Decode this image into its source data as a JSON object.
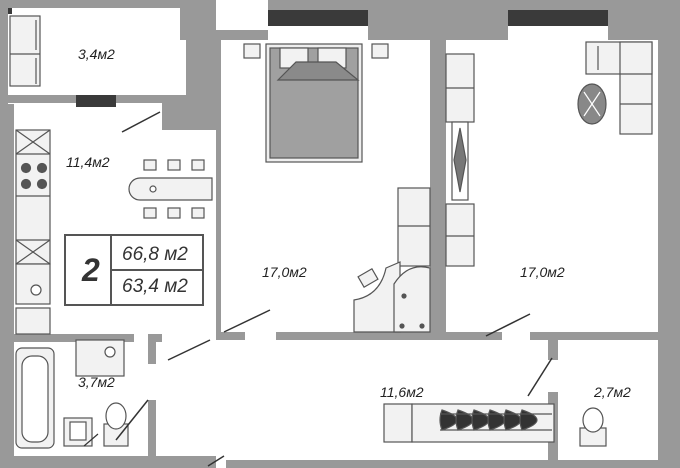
{
  "plan": {
    "rooms_count": "2",
    "total_area": "66,8 м2",
    "living_area": "63,4 м2",
    "rooms": [
      {
        "id": "balcony",
        "label": "3,4м2"
      },
      {
        "id": "kitchen",
        "label": "11,4м2"
      },
      {
        "id": "bedroom",
        "label": "17,0м2"
      },
      {
        "id": "living",
        "label": "17,0м2"
      },
      {
        "id": "bathroom",
        "label": "3,7м2"
      },
      {
        "id": "hall",
        "label": "11,6м2"
      },
      {
        "id": "wc",
        "label": "2,7м2"
      }
    ]
  },
  "colors": {
    "wall": "#999999",
    "wall_dark": "#3a3a3a",
    "furniture_fill": "#f2f2f2",
    "bed_fill": "#a0a0a0",
    "text": "#222222"
  }
}
